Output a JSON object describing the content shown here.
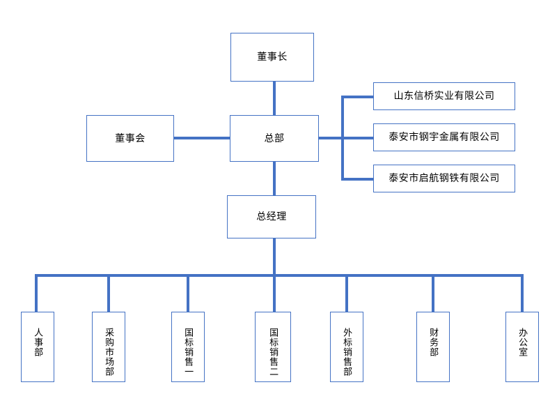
{
  "chart": {
    "type": "org-chart",
    "title": "",
    "accent_color": "#4472C4",
    "border_color": "#4472C4",
    "text_color": "#000000",
    "background_color": "#ffffff"
  },
  "nodes": {
    "chairman": {
      "label": "董事长",
      "orientation": "horizontal"
    },
    "board": {
      "label": "董事会",
      "orientation": "horizontal"
    },
    "headquarters": {
      "label": "总部",
      "orientation": "horizontal"
    },
    "general_manager": {
      "label": "总经理",
      "orientation": "horizontal"
    }
  },
  "subsidiaries": [
    {
      "label": "山东信桥实业有限公司"
    },
    {
      "label": "泰安市钢宇金属有限公司"
    },
    {
      "label": "泰安市启航钢铁有限公司"
    }
  ],
  "departments": [
    {
      "label": "人事部"
    },
    {
      "label": "采购市场部"
    },
    {
      "label": "国标销售一"
    },
    {
      "label": "国标销售二"
    },
    {
      "label": "外标销售部"
    },
    {
      "label": "财务部"
    },
    {
      "label": "办公室"
    }
  ]
}
